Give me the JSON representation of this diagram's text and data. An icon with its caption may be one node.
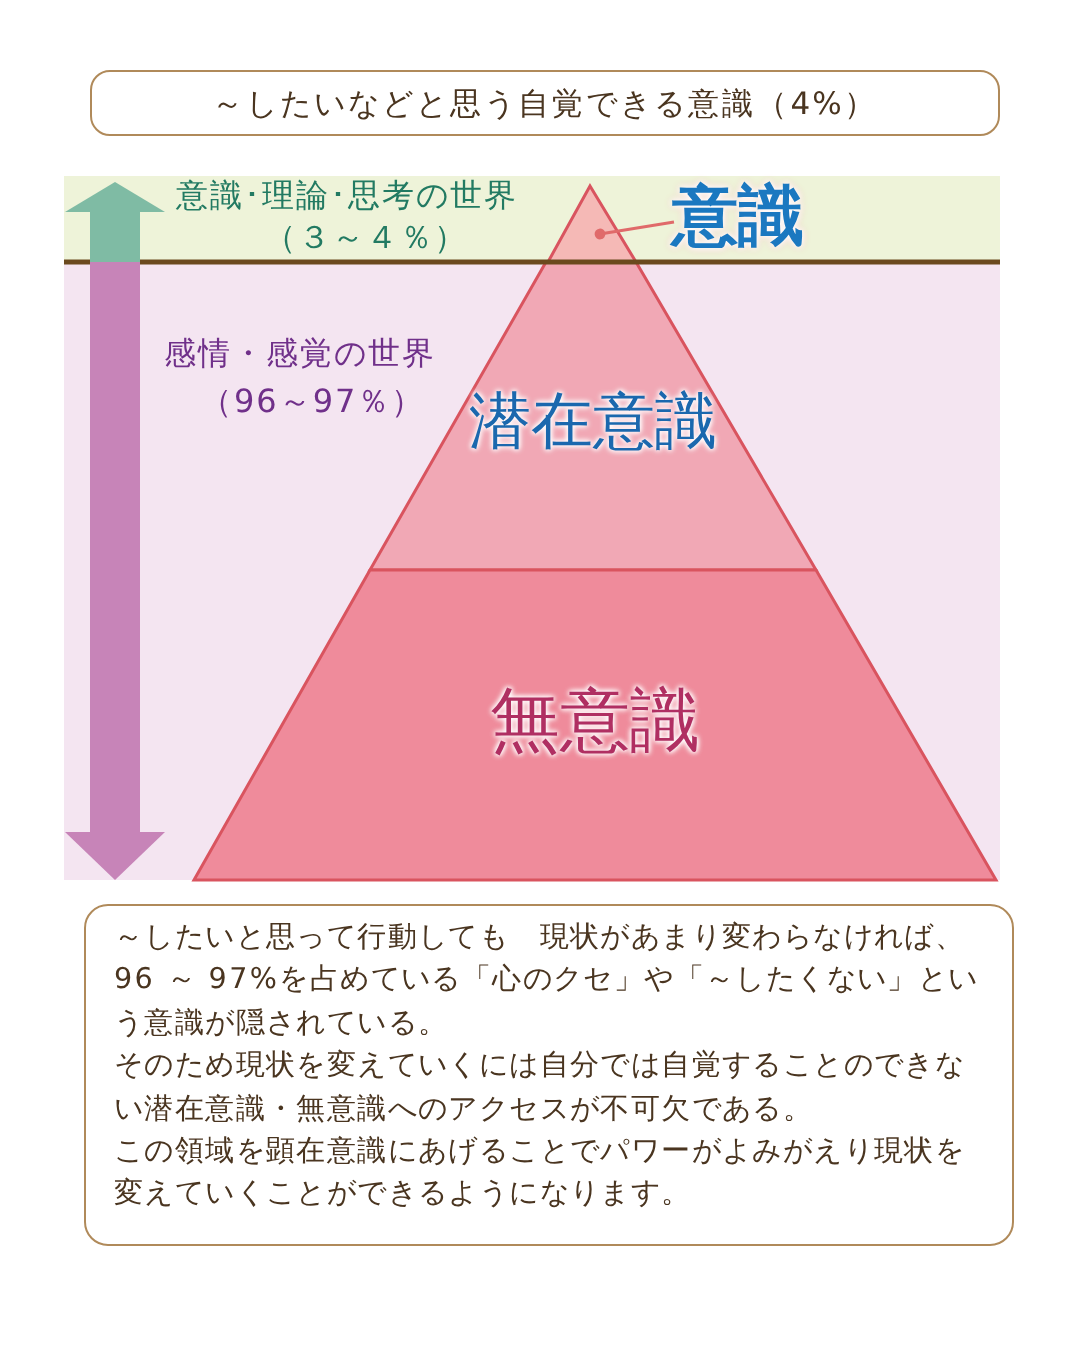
{
  "diagram": {
    "nodes": [
      {
        "text": [
          "～したいなどと思う自覚できる意識（4%）"
        ]
      },
      {
        "text": [
          "意識･理論･思考の世界",
          "（３～４％）"
        ]
      },
      {
        "text": [
          "感情・感覚の世界",
          "（96～97％）"
        ]
      },
      {
        "text": [],
        "shape": "triangle",
        "in": 1
      },
      {
        "text": [
          "意識"
        ],
        "in": 1
      },
      {
        "text": [
          "潜在意識"
        ],
        "in": 2
      },
      {
        "text": [
          "無意識"
        ],
        "in": 2
      },
      {
        "text": [
          "～したいと思って行動しても　現状があまり変わらなければ、96 ～ 97%を占めている「心のクセ」や「～したくない」という意識が隠されている。",
          "そのため現状を変えていくには自分では自覚することのできない潜在意識・無意識へのアクセスが不可欠である。",
          "この領域を顕在意識にあげることでパワーがよみがえり現状を変えていくことができるようになります。"
        ]
      }
    ],
    "edges": [
      {
        "from": 4,
        "to": 3,
        "arrow": "other"
      },
      {
        "from": 2,
        "to": 1,
        "arrow": "both"
      }
    ]
  }
}
